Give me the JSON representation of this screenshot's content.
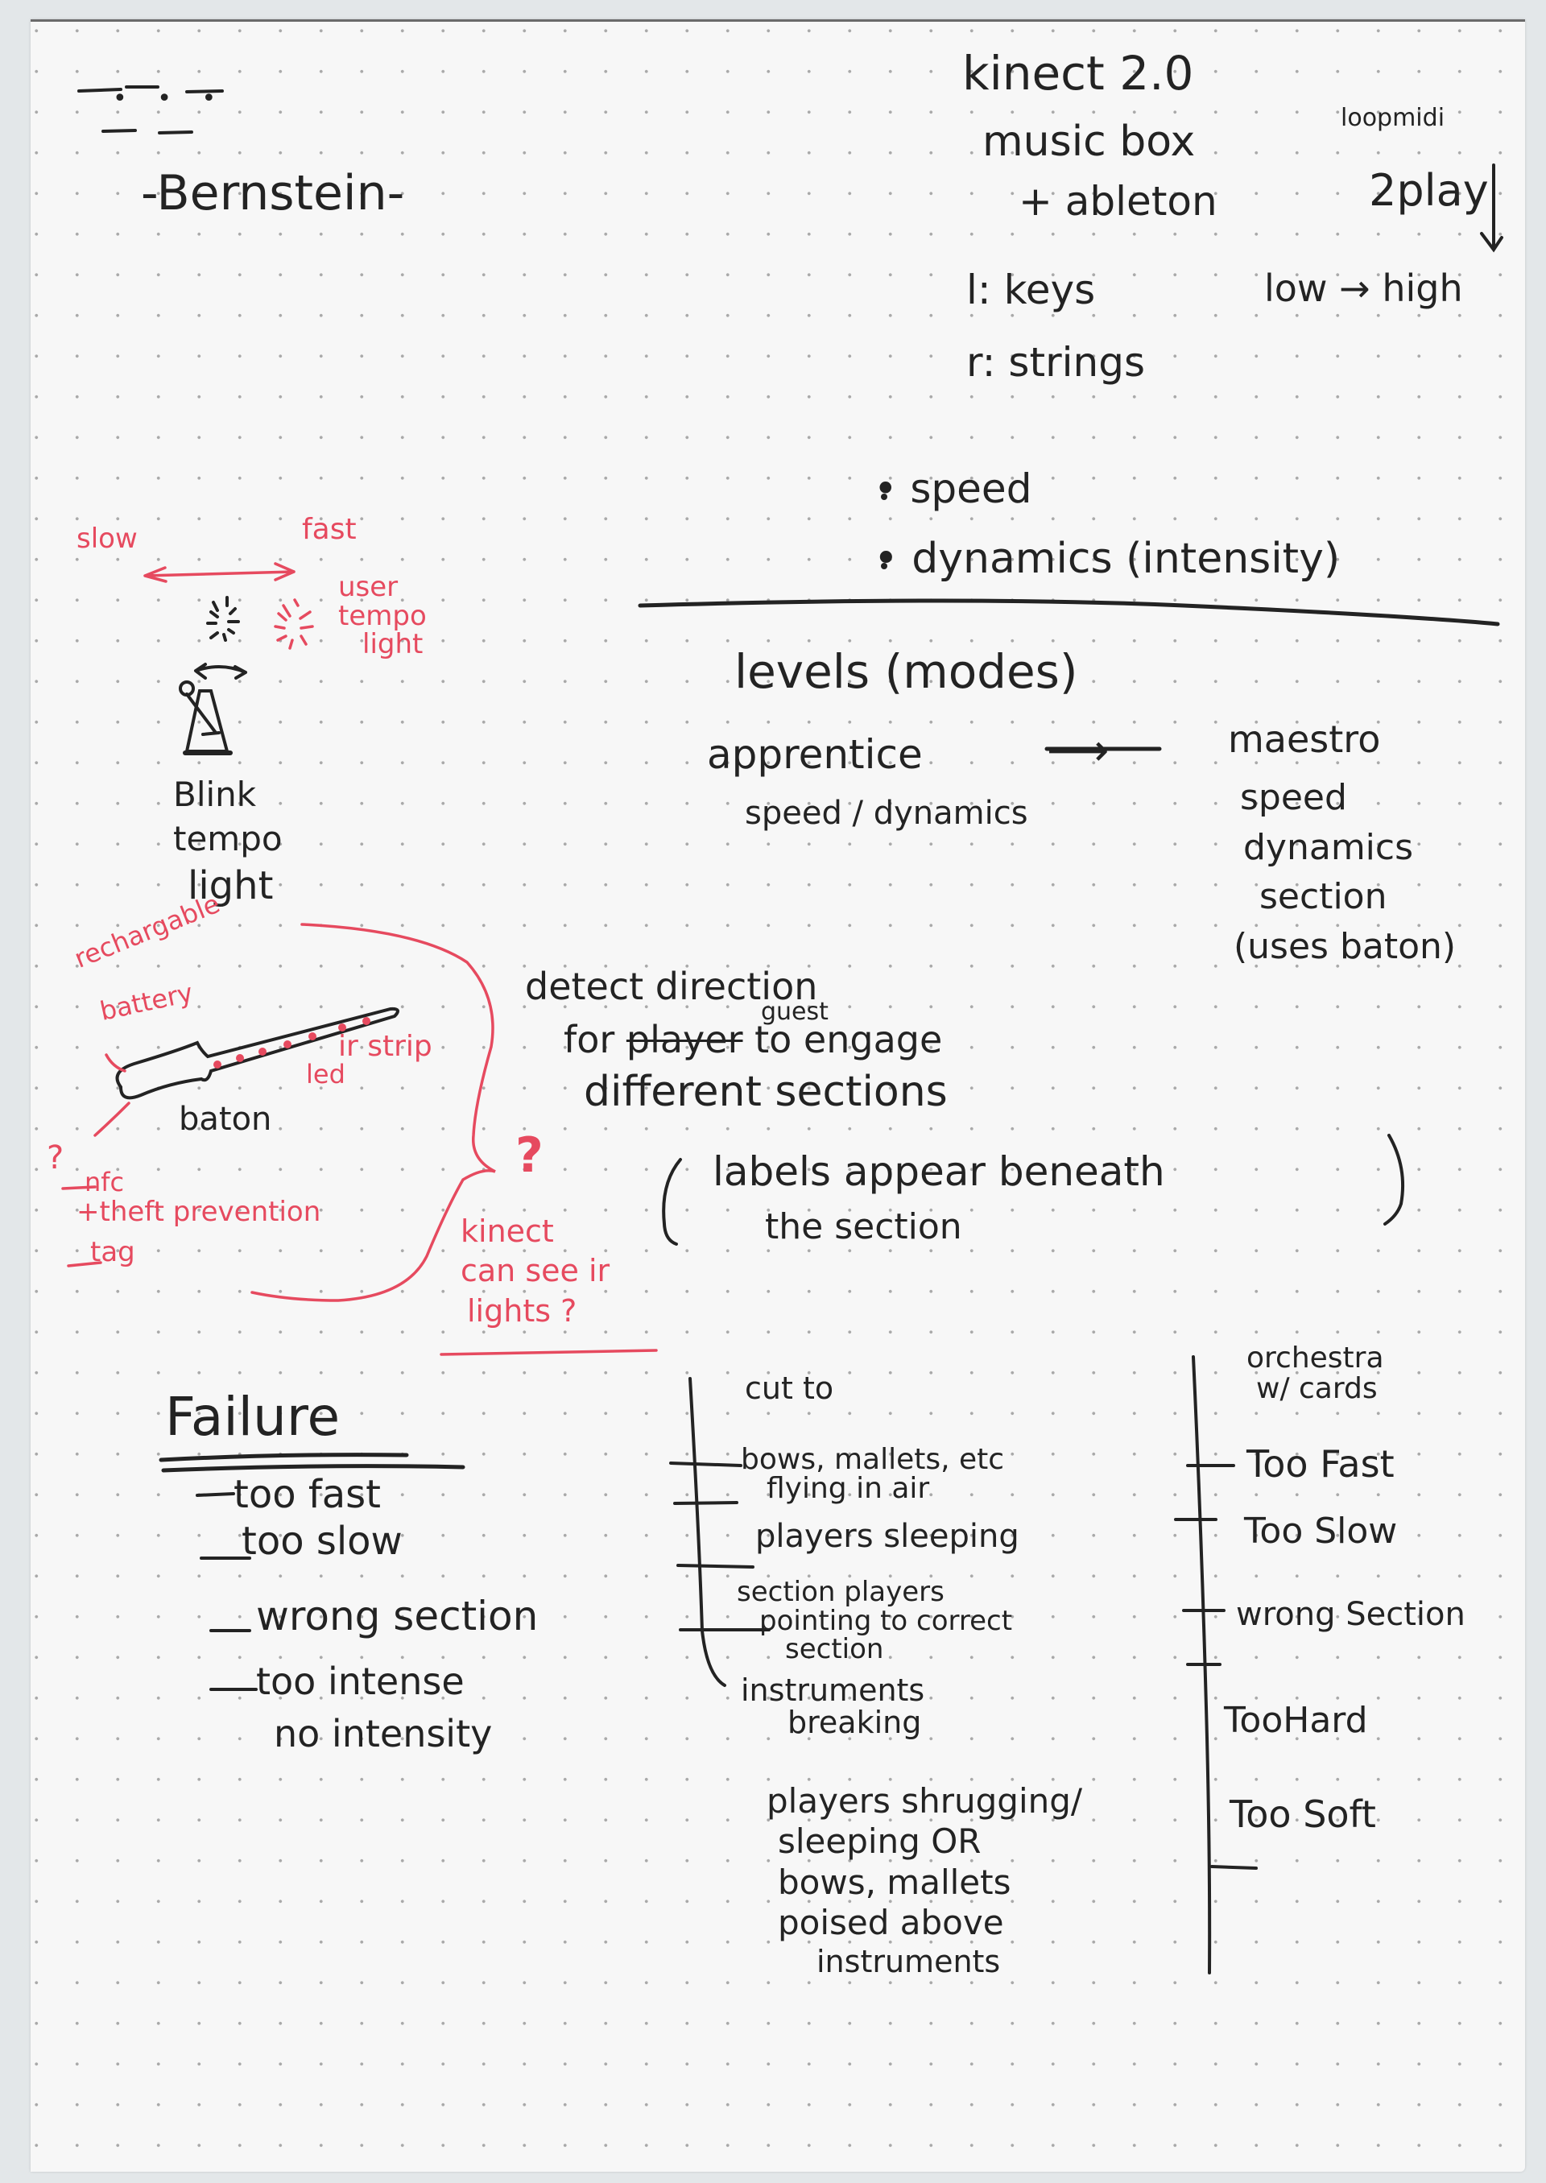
{
  "page": {
    "paper_color": "#f7f7f7",
    "background_color": "#e3e7e9",
    "ink_black": "#232323",
    "ink_red": "#e64a5f"
  },
  "header": {
    "logo_glyph": "• • •",
    "title": "-Bernstein-"
  },
  "tech": {
    "title": "kinect 2.0",
    "line1": "music box",
    "line2": "+ ableton",
    "loopmidi": "loopmidi",
    "twoplay": "2play",
    "left_hand": "l: keys",
    "right_hand": "r: strings",
    "pitch": "low → high"
  },
  "controls": {
    "items": [
      "• speed",
      "• dynamics (intensity)"
    ]
  },
  "tempo_sketch": {
    "slow": "slow",
    "fast": "fast",
    "user_tempo_light": [
      "user",
      "tempo",
      "light"
    ],
    "blink_tempo_light": [
      "Blink",
      "tempo",
      "light"
    ],
    "icons": [
      "blink-light-icon",
      "user-light-icon",
      "metronome-icon"
    ]
  },
  "baton_sketch": {
    "rechargeable": "rechargable",
    "battery": "battery",
    "ir_strip": "ir strip",
    "led": "led",
    "label": "baton",
    "question": "?",
    "nfc": "nfc",
    "theft": "+theft prevention",
    "tag": "tag",
    "kinect_q_mark": "?",
    "kinect_question": [
      "kinect",
      "can see ir",
      "lights ?"
    ]
  },
  "levels": {
    "title": "levels (modes)",
    "apprentice": "apprentice",
    "apprentice_detail": "speed / dynamics",
    "arrow": "⟶",
    "maestro": "maestro",
    "maestro_details": [
      "speed",
      "dynamics",
      "section",
      "(uses baton)"
    ]
  },
  "direction": {
    "line1": "detect direction",
    "for": "for",
    "struck_word": "player",
    "insert_word": "guest",
    "rest": "to engage",
    "line3": "different sections",
    "note_line1": "labels appear beneath",
    "note_line2": "the section"
  },
  "failure": {
    "title": "Failure",
    "items": [
      "too fast",
      "too slow",
      "wrong section",
      "too intense",
      "no intensity"
    ]
  },
  "cut_to": {
    "title": "cut to",
    "items": [
      [
        "bows, mallets, etc",
        "flying in air"
      ],
      [
        "players sleeping"
      ],
      [
        "section players",
        "pointing to correct",
        "section"
      ],
      [
        "instruments",
        "breaking"
      ],
      [
        "players shrugging/",
        "sleeping  OR",
        "bows, mallets",
        "poised above",
        "instruments"
      ]
    ]
  },
  "cards": {
    "title": [
      "orchestra",
      "w/ cards"
    ],
    "items": [
      "Too Fast",
      "Too Slow",
      "wrong Section",
      "TooHard",
      "Too Soft"
    ]
  }
}
